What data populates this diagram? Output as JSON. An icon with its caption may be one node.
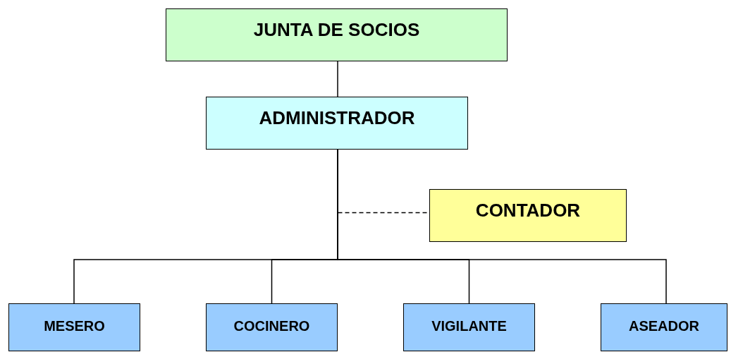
{
  "diagram": {
    "nodes": [
      {
        "text": [
          "JUNTA DE SOCIOS"
        ]
      },
      {
        "text": [
          "ADMINISTRADOR"
        ]
      },
      {
        "text": [
          "CONTADOR"
        ]
      },
      {
        "text": [
          "MESERO"
        ]
      },
      {
        "text": [
          "COCINERO"
        ]
      },
      {
        "text": [
          "VIGILANTE"
        ]
      },
      {
        "text": [
          "ASEADOR"
        ]
      }
    ],
    "edges": [
      {
        "from": 0,
        "to": 1,
        "arrow": "none"
      },
      {
        "from": 1,
        "to": 2,
        "arrow": "none",
        "style": "dashed"
      },
      {
        "from": 1,
        "to": 3,
        "arrow": "none"
      },
      {
        "from": 1,
        "to": 4,
        "arrow": "none"
      },
      {
        "from": 1,
        "to": 5,
        "arrow": "none"
      },
      {
        "from": 1,
        "to": 6,
        "arrow": "none"
      }
    ]
  }
}
